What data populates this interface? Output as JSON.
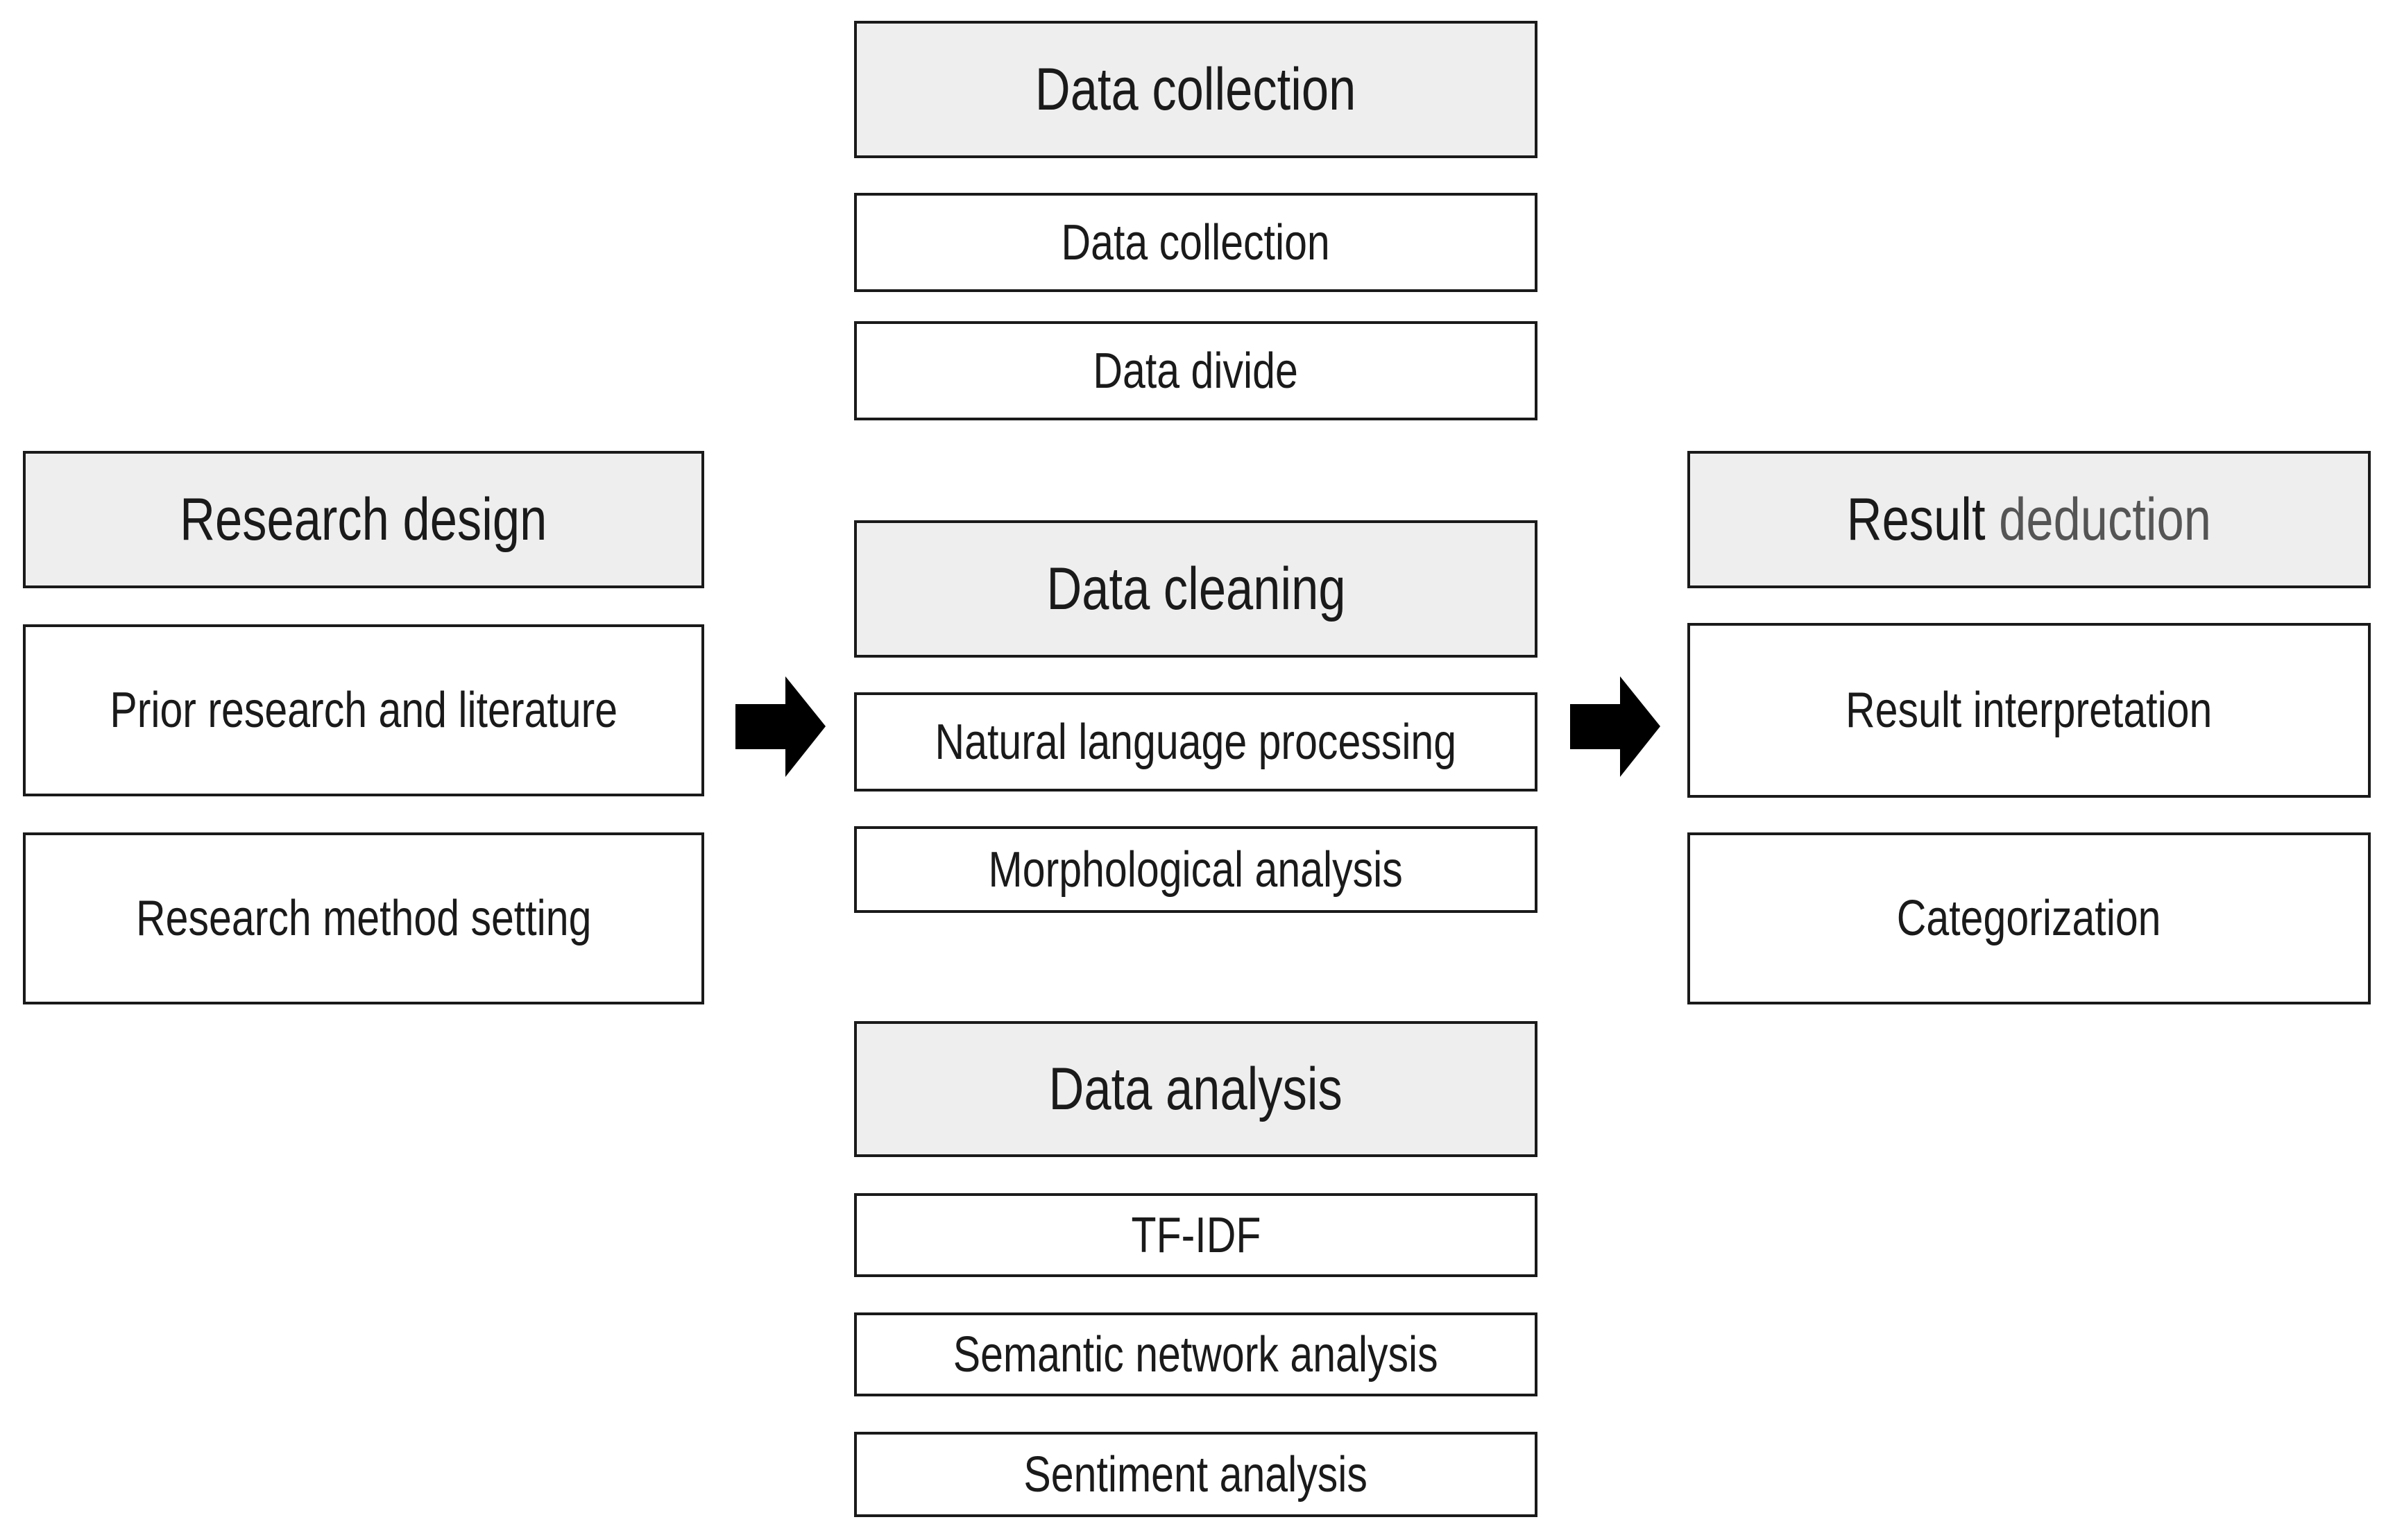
{
  "columns": {
    "research_design": {
      "header": "Research design",
      "items": [
        "Prior research and literature",
        "Research method setting"
      ]
    },
    "data_collection": {
      "header": "Data collection",
      "items": [
        "Data collection",
        "Data divide"
      ]
    },
    "data_cleaning": {
      "header": "Data cleaning",
      "items": [
        "Natural language processing",
        "Morphological analysis"
      ]
    },
    "data_analysis": {
      "header": "Data analysis",
      "items": [
        "TF-IDF",
        "Semantic network analysis",
        "Sentiment analysis"
      ]
    },
    "result_deduction": {
      "header_part1": "Result",
      "header_part2": "deduction",
      "items": [
        "Result interpretation",
        "Categorization"
      ]
    }
  },
  "colors": {
    "header_fill": "#eeeeee",
    "border": "#1a1a1a",
    "accent_text": "#555555"
  },
  "icons": [
    "right-arrow-icon",
    "right-arrow-icon"
  ]
}
